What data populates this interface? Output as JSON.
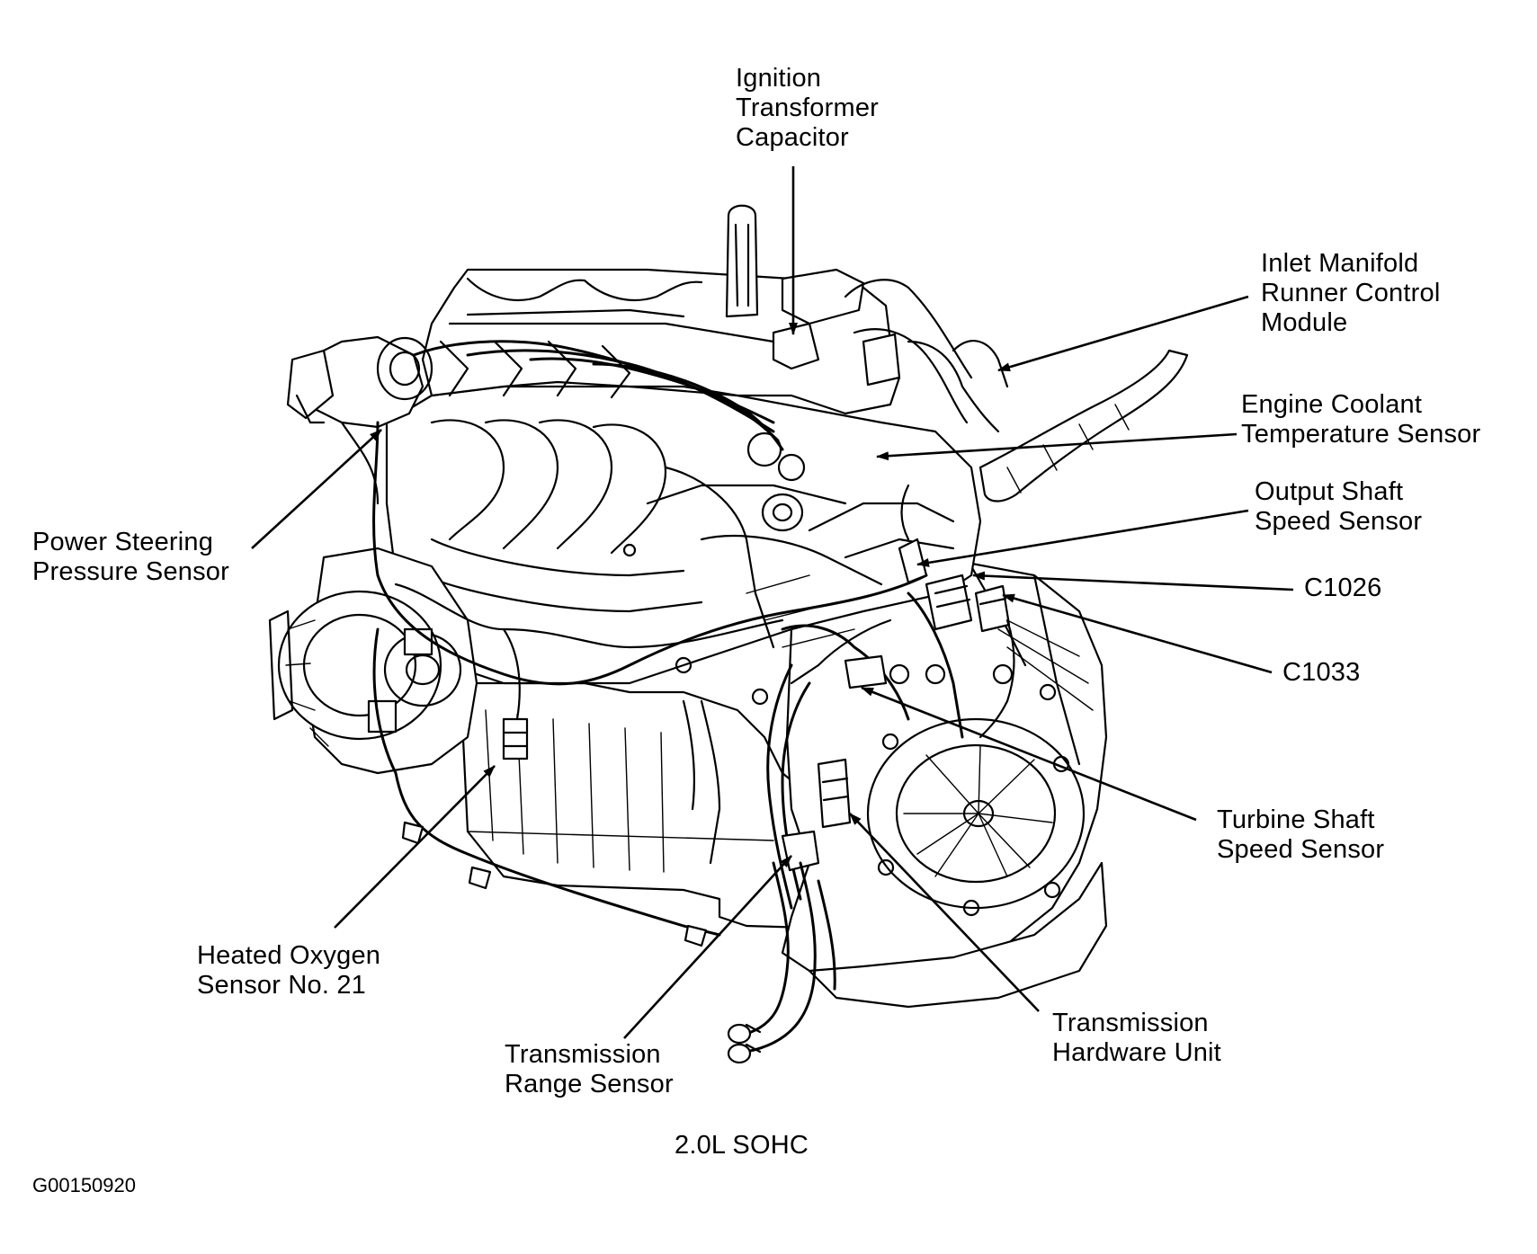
{
  "callouts": [
    {
      "id": "ignition-transformer-capacitor",
      "lines": [
        "Ignition",
        "Transformer",
        "Capacitor"
      ]
    },
    {
      "id": "inlet-manifold-runner-control-module",
      "lines": [
        "Inlet Manifold",
        "Runner Control",
        "Module"
      ]
    },
    {
      "id": "engine-coolant-temperature-sensor",
      "lines": [
        "Engine Coolant",
        "Temperature Sensor"
      ]
    },
    {
      "id": "output-shaft-speed-sensor",
      "lines": [
        "Output Shaft",
        "Speed Sensor"
      ]
    },
    {
      "id": "c1026",
      "lines": [
        "C1026"
      ]
    },
    {
      "id": "c1033",
      "lines": [
        "C1033"
      ]
    },
    {
      "id": "power-steering-pressure-sensor",
      "lines": [
        "Power Steering",
        "Pressure Sensor"
      ]
    },
    {
      "id": "turbine-shaft-speed-sensor",
      "lines": [
        "Turbine Shaft",
        "Speed Sensor"
      ]
    },
    {
      "id": "heated-oxygen-sensor-no-21",
      "lines": [
        "Heated Oxygen",
        "Sensor No. 21"
      ]
    },
    {
      "id": "transmission-hardware-unit",
      "lines": [
        "Transmission",
        "Hardware Unit"
      ]
    },
    {
      "id": "transmission-range-sensor",
      "lines": [
        "Transmission",
        "Range Sensor"
      ]
    }
  ],
  "caption": "2.0L SOHC",
  "figure_code": "G00150920"
}
